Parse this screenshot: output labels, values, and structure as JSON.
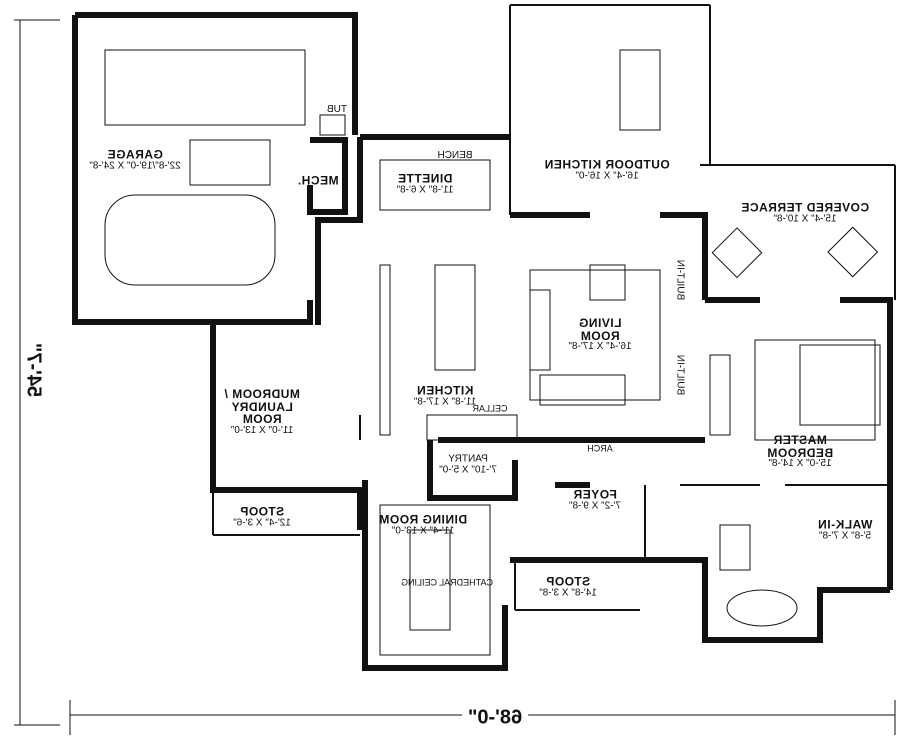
{
  "dimensions": {
    "width": "68'-0\"",
    "depth": "54'-7\""
  },
  "rooms": {
    "garage": {
      "name": "GARAGE",
      "size": "22'-8\"/19'-0\" X 24'-8\""
    },
    "tub": {
      "name": "TUB"
    },
    "mech": {
      "name": "MECH."
    },
    "bench": {
      "name": "BENCH"
    },
    "dinette": {
      "name": "DINETTE",
      "size": "11'-8\" X 6'-8\""
    },
    "outdoor_kitchen": {
      "name": "OUTDOOR KITCHEN",
      "size": "16'-4\" X 16'-0\""
    },
    "covered_terrace": {
      "name": "COVERED TERRACE",
      "size": "15'-4\" X 10'-8\""
    },
    "built_in": {
      "name": "BUILT-IN"
    },
    "living": {
      "name1": "LIVING",
      "name2": "ROOM",
      "size": "16'-4\" X 17'-8\""
    },
    "kitchen": {
      "name": "KITCHEN",
      "size": "11'-8\" X 17'-8\""
    },
    "cellar": {
      "name": "CELLAR"
    },
    "mudroom": {
      "name1": "MUDROOM /",
      "name2": "LAUNDRY",
      "name3": "ROOM",
      "size": "11'-0\" X 13'-0\""
    },
    "pantry": {
      "name": "PANTRY",
      "size": "7'-10\" X 5'-0\""
    },
    "arch": {
      "name": "ARCH"
    },
    "master": {
      "name1": "MASTER",
      "name2": "BEDROOM",
      "size": "15'-0\" X 14'-8\""
    },
    "foyer": {
      "name": "FOYER",
      "size": "7'-2\" X 9'-8\""
    },
    "walkin": {
      "name": "WALK-IN",
      "size": "5'-8\" X 7'-8\""
    },
    "stoop_side": {
      "name": "STOOP",
      "size": "12'-4\" X 3'-6\""
    },
    "dining": {
      "name": "DINING ROOM",
      "size": "11'-4\" X 13'-0\""
    },
    "cathedral": {
      "name": "CATHEDRAL CEILING"
    },
    "stoop_front": {
      "name": "STOOP",
      "size": "14'-8\" X 3'-8\""
    }
  }
}
